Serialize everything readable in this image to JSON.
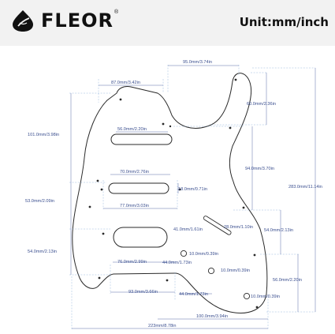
{
  "brand": {
    "name": "FLEOR",
    "registered": "®",
    "logo_icon": "leaf-drop-icon"
  },
  "unit_label": "Unit:mm/inch",
  "colors": {
    "outline": "#2a2a2a",
    "dimension": "#3b4f8f",
    "extension": "#7fa6d6",
    "header_bg": "#f2f2f2"
  },
  "dimensions": {
    "horn_span": "95.0mm/3.74in",
    "upper_width": "87.0mm/3.42in",
    "treble_horn_depth": "60.0mm/2.36in",
    "neck_pickup_slot": "56.0mm/2.20in",
    "upper_height": "101.0mm/3.98in",
    "middle_slot": "70.0mm/2.76in",
    "slot_gap": "18.0mm/0.71in",
    "body_right": "94.0mm/3.70in",
    "total_height": "283.0mm/11.14in",
    "mid_height": "53.0mm/2.09in",
    "middle_outer": "77.0mm/3.03in",
    "switch_slot": "41.0mm/1.61in",
    "switch_width": "28.0mm/1.10in",
    "right_edge_to_switch": "54.0mm/2.13in",
    "lower_height": "54.0mm/2.13in",
    "knob_hole_a": "10.0mm/0.39in",
    "bridge_cut": "76.0mm/2.99in",
    "knob_spacing_a": "44.0mm/1.73in",
    "knob_hole_b": "10.0mm/0.39in",
    "lower_right_height": "56.0mm/2.20in",
    "lower_width": "93.0mm/3.66in",
    "knob_spacing_b": "44.0mm/1.73in",
    "jack_hole": "10.0mm/0.39in",
    "bottom_span": "100.0mm/3.94in",
    "total_width": "223mm/8.78in"
  }
}
